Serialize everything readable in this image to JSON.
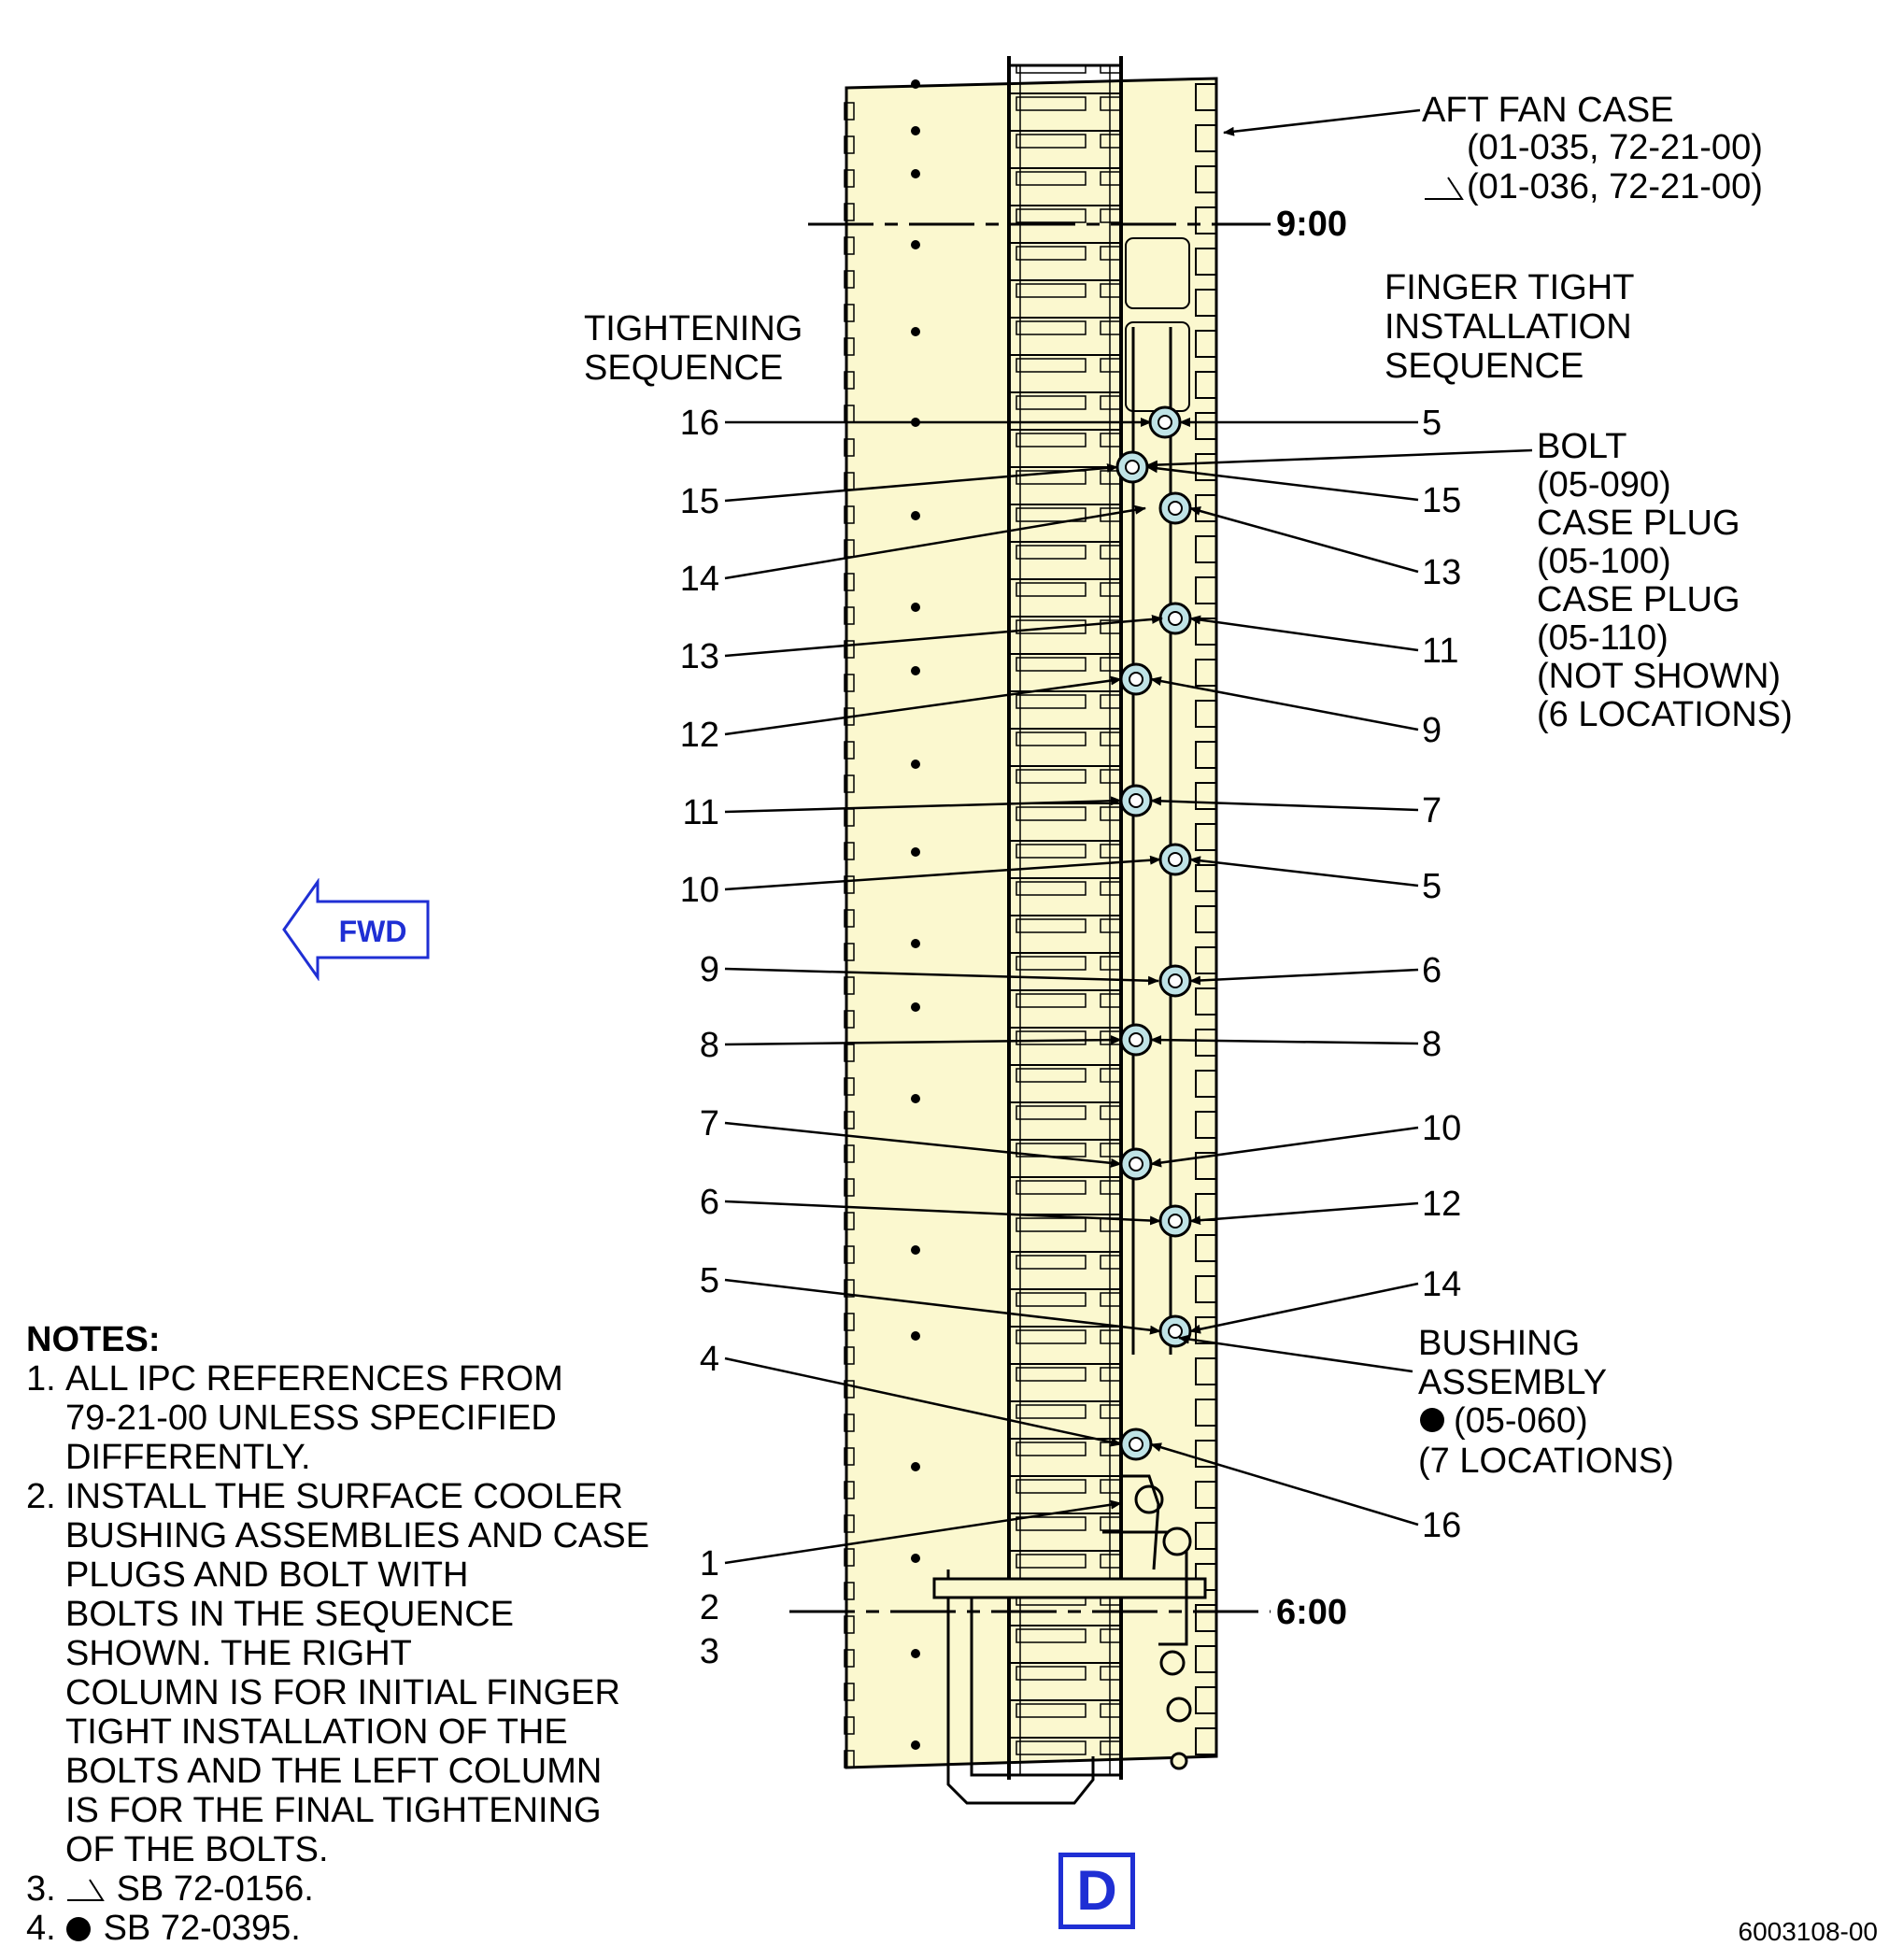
{
  "labels": {
    "aft_fan_case": [
      "AFT FAN CASE",
      "(01-035, 72-21-00)",
      "(01-036, 72-21-00)"
    ],
    "finger_tight": [
      "FINGER TIGHT",
      "INSTALLATION",
      "SEQUENCE"
    ],
    "tightening": [
      "TIGHTENING",
      "SEQUENCE"
    ],
    "bolt_callout": [
      "BOLT",
      "(05-090)",
      "CASE PLUG",
      "(05-100)",
      "CASE PLUG",
      "(05-110)",
      "(NOT SHOWN)",
      "(6 LOCATIONS)"
    ],
    "bushing_callout": [
      "BUSHING",
      "ASSEMBLY",
      "(05-060)",
      "(7 LOCATIONS)"
    ],
    "clock_900": "9:00",
    "clock_600": "6:00",
    "fwd": "FWD",
    "view": "D",
    "figure_number": "6003108-00"
  },
  "left_sequence": [
    "16",
    "15",
    "14",
    "13",
    "12",
    "11",
    "10",
    "9",
    "8",
    "7",
    "6",
    "5",
    "4",
    "1",
    "2",
    "3"
  ],
  "right_sequence": [
    "5",
    "15",
    "13",
    "11",
    "9",
    "7",
    "5",
    "6",
    "8",
    "10",
    "12",
    "14",
    "16"
  ],
  "notes": {
    "title": "NOTES:",
    "items": [
      {
        "num": "1.",
        "lines": [
          "ALL IPC REFERENCES FROM",
          "79-21-00 UNLESS SPECIFIED",
          "DIFFERENTLY."
        ]
      },
      {
        "num": "2.",
        "lines": [
          "INSTALL THE SURFACE COOLER",
          "BUSHING ASSEMBLIES AND CASE",
          "PLUGS AND BOLT WITH",
          "BOLTS IN THE SEQUENCE",
          "SHOWN. THE RIGHT",
          "COLUMN IS FOR INITIAL FINGER",
          "TIGHT INSTALLATION OF THE",
          "BOLTS AND THE LEFT COLUMN",
          "IS FOR THE FINAL TIGHTENING",
          "OF THE BOLTS."
        ]
      },
      {
        "num": "3.",
        "lines": [
          "SB 72-0156."
        ]
      },
      {
        "num": "4.",
        "lines": [
          "SB 72-0395."
        ]
      }
    ]
  },
  "colors": {
    "panel_fill": "#fbf8cf",
    "bolt_fill": "#bfe3e6",
    "accent_blue": "#1f2fd4"
  }
}
